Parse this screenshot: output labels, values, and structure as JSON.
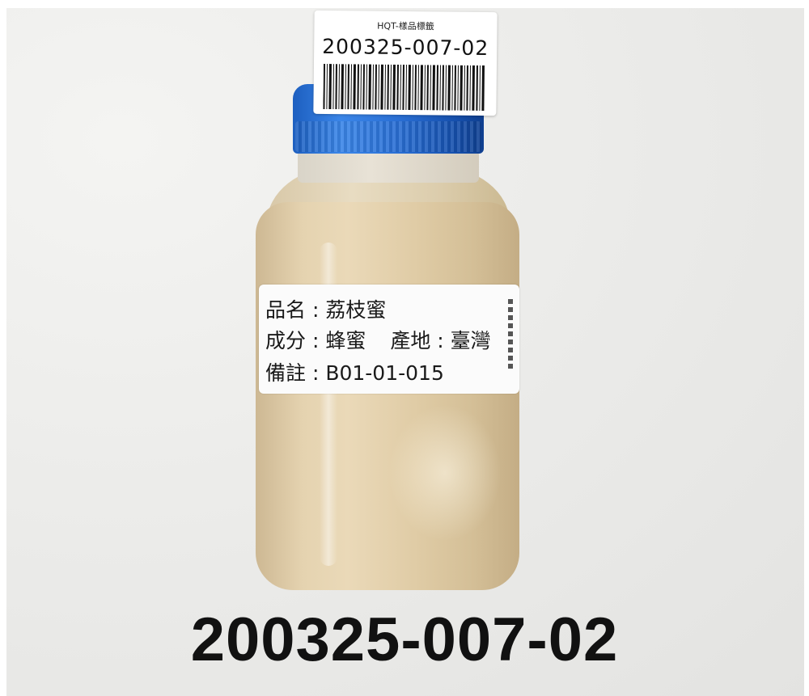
{
  "barcode_label": {
    "header": "HQT-樣品標籤",
    "code": "200325-007-02"
  },
  "product_label": {
    "line1": "品名 : 荔枝蜜",
    "line2_part1": "成分 : 蜂蜜",
    "line2_part2": "產地 : 臺灣",
    "line3": "備註 : B01-01-015"
  },
  "caption": "200325-007-02",
  "colors": {
    "cap": "#2a6fd4",
    "honey": "#e0cca6"
  }
}
